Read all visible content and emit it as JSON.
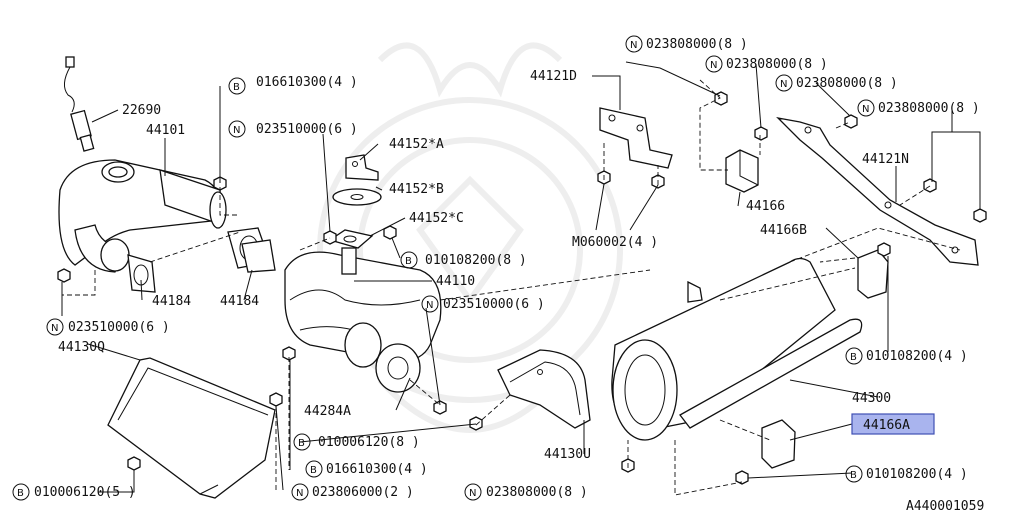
{
  "prefixes": {
    "B": "B",
    "N": "N"
  },
  "labels": {
    "l22690": "22690",
    "l44101": "44101",
    "b016610300": "016610300(4 )",
    "n023510000": "023510000(6 )",
    "l44152a": "44152*A",
    "l44152b": "44152*B",
    "l44152c": "44152*C",
    "b010108200_8": "010108200(8 )",
    "l44110": "44110",
    "l44184": "44184",
    "l44130q": "44130Q",
    "l44284a": "44284A",
    "b010006120_8": "010006120(8 )",
    "n023806000": "023806000(2 )",
    "b010006120_5": "010006120(5 )",
    "l44130u": "44130U",
    "n023808000": "023808000(8 )",
    "l44121d": "44121D",
    "l44121n": "44121N",
    "l44166": "44166",
    "m060002": "M060002(4 )",
    "l44166b": "44166B",
    "b010108200_4": "010108200(4 )",
    "l44300": "44300",
    "l44166a": "44166A",
    "diagram_code": "A440001059"
  },
  "colors": {
    "highlight_fill": "#a9b4ee",
    "highlight_border": "#3f4fb3",
    "line": "#111111"
  }
}
